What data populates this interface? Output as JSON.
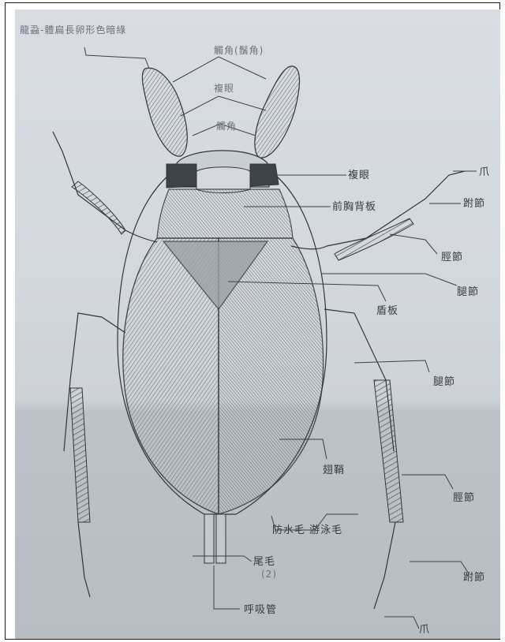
{
  "diagram": {
    "title": "龍蝨-體扁長卵形色暗綠",
    "top_labels": {
      "antenna": "觸角(鬚角)",
      "compound_eye_group": "複眼",
      "head": "觸角"
    },
    "labels": {
      "compound_eye": "複眼",
      "pronotum": "前胸背板",
      "claw_top": "爪",
      "tarsus_top": "跗節",
      "tibia_top": "脛節",
      "femur_top": "腿節",
      "scutellum": "盾板",
      "femur_mid": "腿節",
      "elytra": "翅鞘",
      "tibia_bottom": "脛節",
      "swimming_hair": "防水毛 游泳毛",
      "cercus": "尾毛",
      "cercus_sub": "(2)",
      "tarsus_bottom": "跗節",
      "breathing_tube": "呼吸管",
      "claw_bottom": "爪"
    }
  }
}
